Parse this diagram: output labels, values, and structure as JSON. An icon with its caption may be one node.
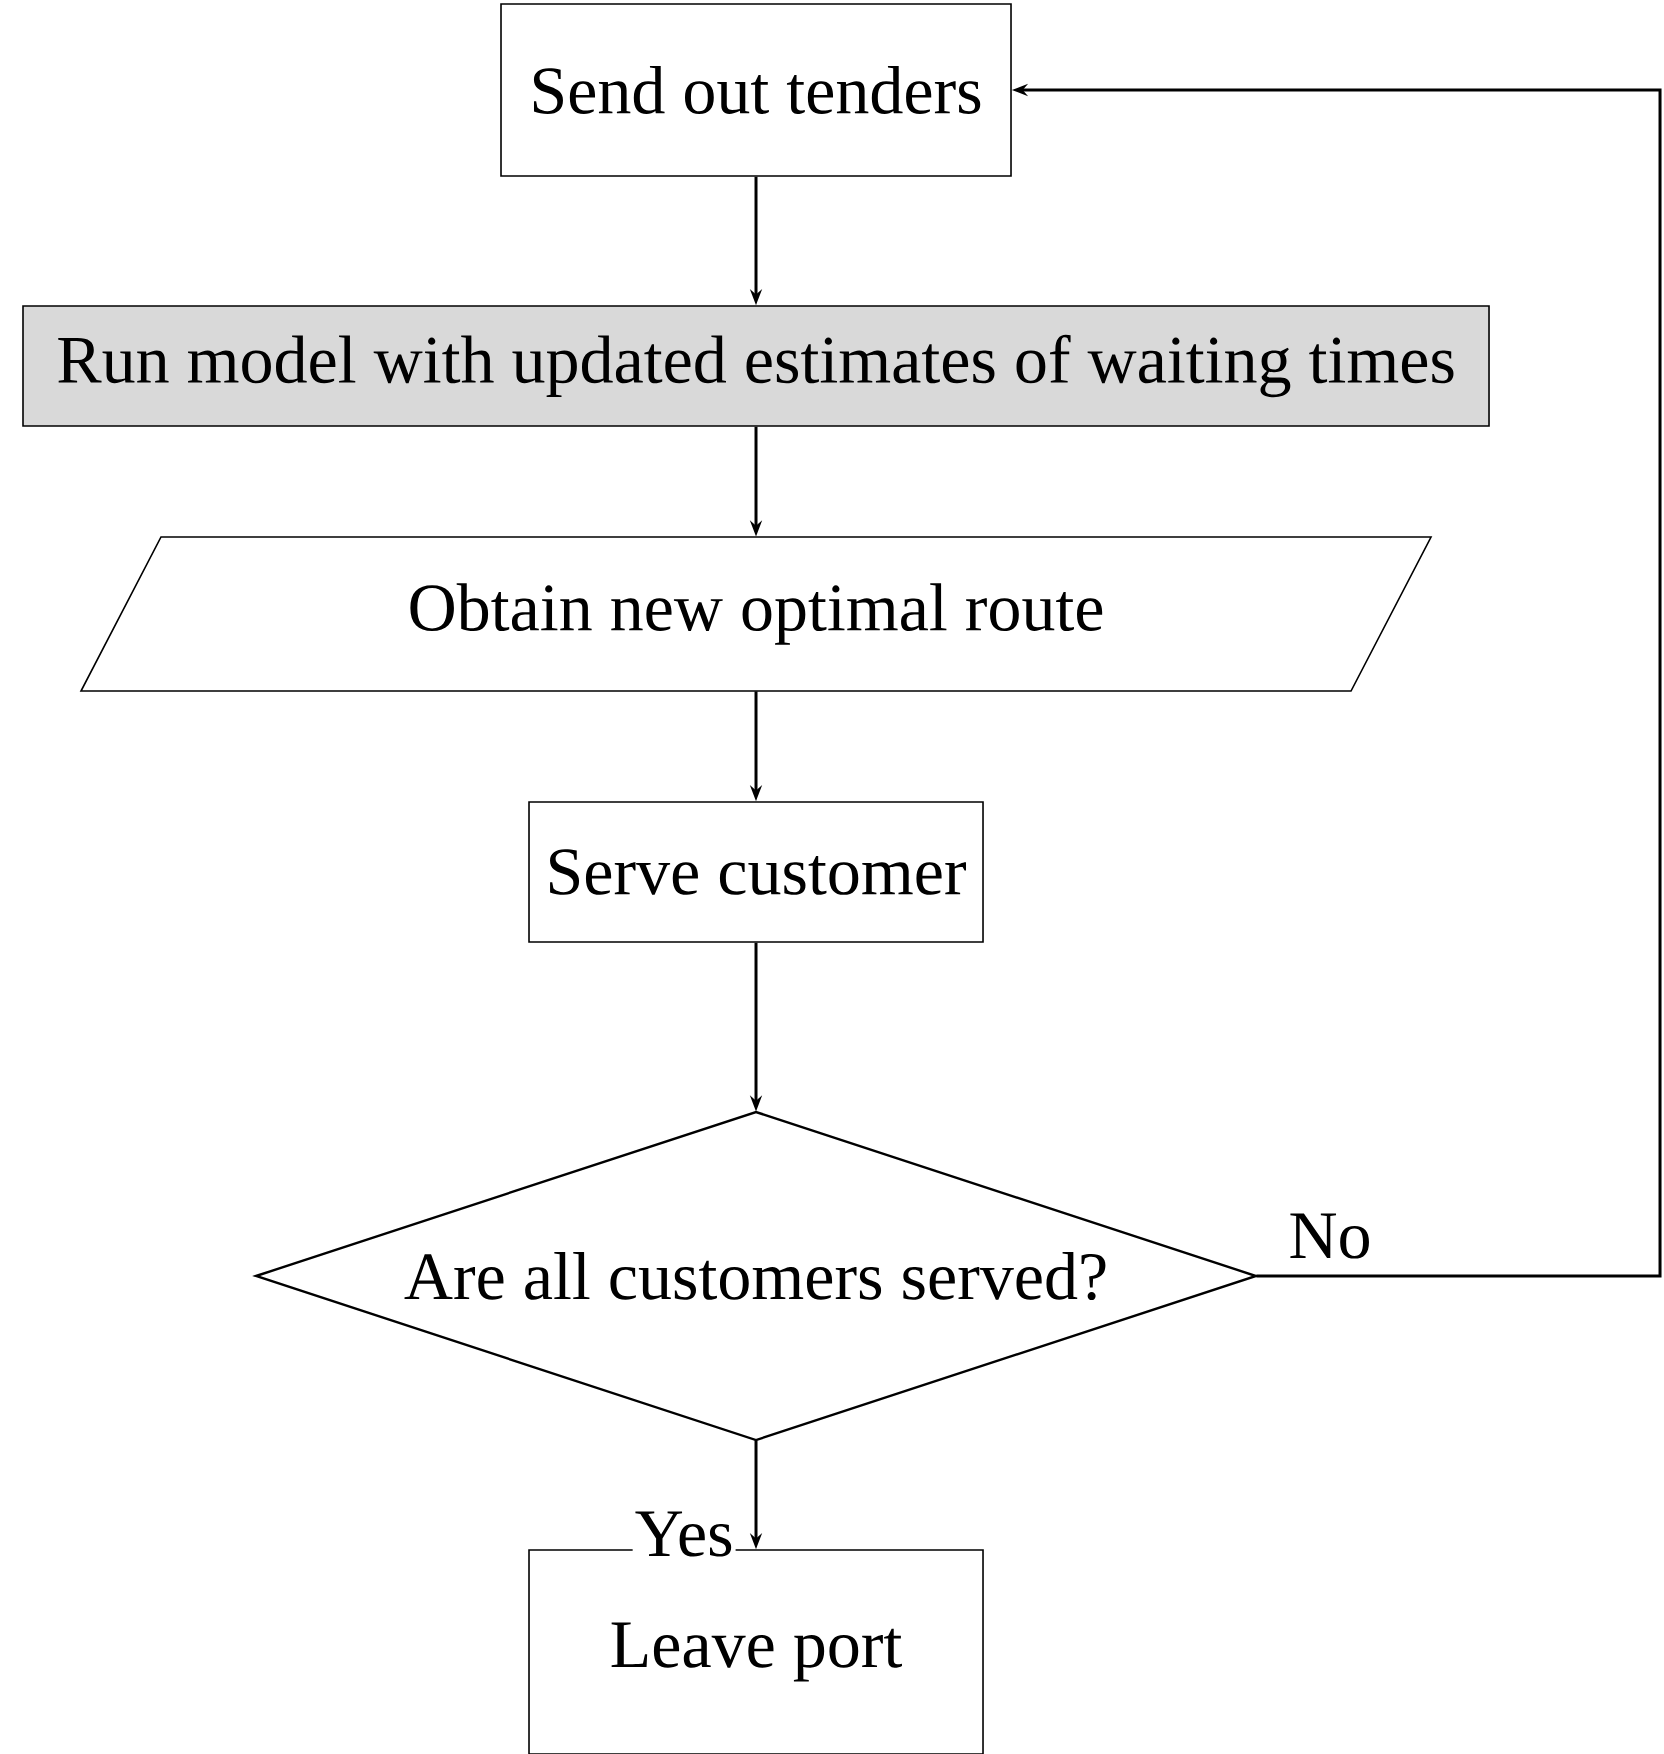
{
  "diagram": {
    "nodes": [
      {
        "text": [
          "Send out tenders"
        ]
      },
      {
        "text": [
          "Run model with updated estimates of waiting times"
        ]
      },
      {
        "text": [
          "Obtain new optimal route"
        ]
      },
      {
        "text": [
          "Serve customer"
        ]
      },
      {
        "text": [
          "Are all customers served?"
        ]
      },
      {
        "text": [
          "Leave port"
        ]
      }
    ],
    "edges": [
      {
        "from": 0,
        "to": 1,
        "arrow": "to"
      },
      {
        "from": 1,
        "to": 2,
        "arrow": "to"
      },
      {
        "from": 2,
        "to": 3,
        "arrow": "to"
      },
      {
        "from": 3,
        "to": 4,
        "arrow": "to"
      },
      {
        "from": 4,
        "to": 5,
        "arrow": "to",
        "label": "Yes"
      },
      {
        "from": 4,
        "to": 0,
        "arrow": "to",
        "label": "No"
      }
    ]
  }
}
